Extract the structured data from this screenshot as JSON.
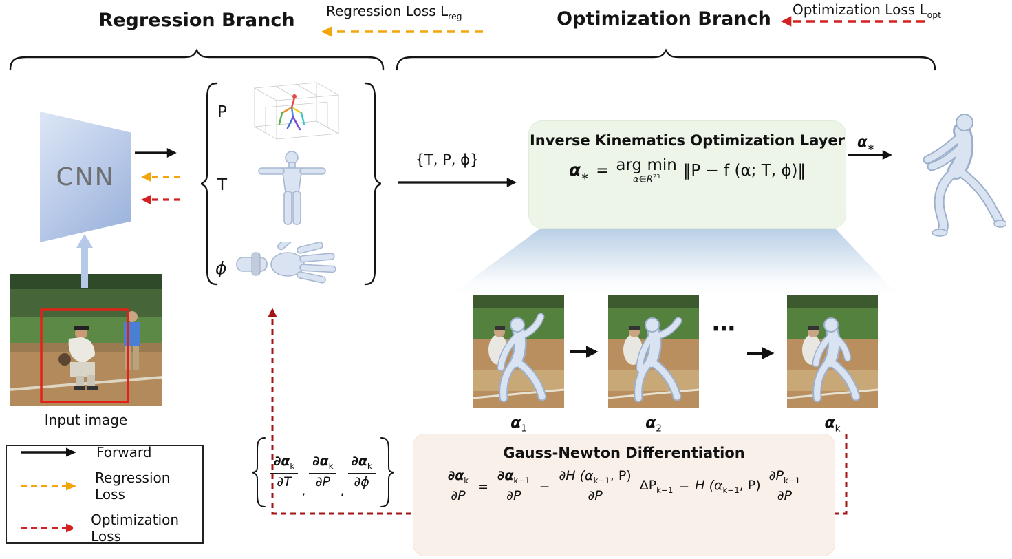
{
  "branches": {
    "regression": "Regression Branch",
    "optimization": "Optimization Branch"
  },
  "loss_labels": {
    "regression": {
      "text": "Regression Loss L",
      "sub": "reg"
    },
    "optimization": {
      "text": "Optimization Loss L",
      "sub": "opt"
    }
  },
  "regression_branch": {
    "cnn": "CNN",
    "input_caption": "Input image",
    "outputs": {
      "p": "P",
      "t": "T",
      "phi": "ϕ"
    }
  },
  "transfer_label": "{T, P, ϕ}",
  "ik_layer": {
    "title": "Inverse Kinematics Optimization Layer",
    "equation": {
      "alpha": "α",
      "star": "∗",
      "equals": "=",
      "argmin": "arg min",
      "domain": "α∈R",
      "domain_exp": "23",
      "objective": "‖P − f (α; T, ϕ)‖"
    }
  },
  "output_label": {
    "alpha": "α",
    "star": "∗"
  },
  "iterations": {
    "alpha": "α",
    "subs": [
      "1",
      "2",
      "k"
    ],
    "ellipsis": "⋯"
  },
  "gradients": {
    "open": "{",
    "close": "}",
    "comma": ",",
    "terms": [
      {
        "num": "∂α",
        "sub": "k",
        "den": "∂T"
      },
      {
        "num": "∂α",
        "sub": "k",
        "den": "∂P"
      },
      {
        "num": "∂α",
        "sub": "k",
        "den": "∂ϕ"
      }
    ]
  },
  "gauss_newton": {
    "title": "Gauss-Newton Differentiation",
    "equation": {
      "f1": {
        "num": "∂α",
        "sub": "k",
        "den": "∂P"
      },
      "equals": "=",
      "f2": {
        "num": "∂α",
        "sub": "k−1",
        "den": "∂P"
      },
      "minus1": "−",
      "f3": {
        "num_a": "∂H (α",
        "sub": "k−1",
        "num_b": ", P)",
        "den": "∂P"
      },
      "delta_p": {
        "base": "ΔP",
        "sub": "k−1"
      },
      "minus2": "−",
      "h_term": {
        "a": "H (α",
        "sub": "k−1",
        "b": ", P)"
      },
      "f4": {
        "num": "∂P",
        "sub": "k−1",
        "den": "∂P"
      }
    }
  },
  "legend": {
    "items": [
      {
        "label": "Forward",
        "style": "solid",
        "color": "#111111"
      },
      {
        "label": "Regression Loss",
        "style": "dashed",
        "color": "#F2A50C"
      },
      {
        "label": "Optimization Loss",
        "style": "dashed",
        "color": "#D42020"
      }
    ]
  },
  "colors": {
    "forward_arrow": "#111111",
    "regression_loss": "#F2A50C",
    "optimization_loss": "#D42020",
    "feedback_dashed": "#A31515",
    "input_arrow": "#B7C9E8",
    "ik_box_bg": "#ECF5E8",
    "gn_box_bg": "#FAF0EA",
    "cnn_fill": "#AFC2E4",
    "mesh_fill": "#DAE3F1",
    "bbox_red": "#E32119"
  }
}
